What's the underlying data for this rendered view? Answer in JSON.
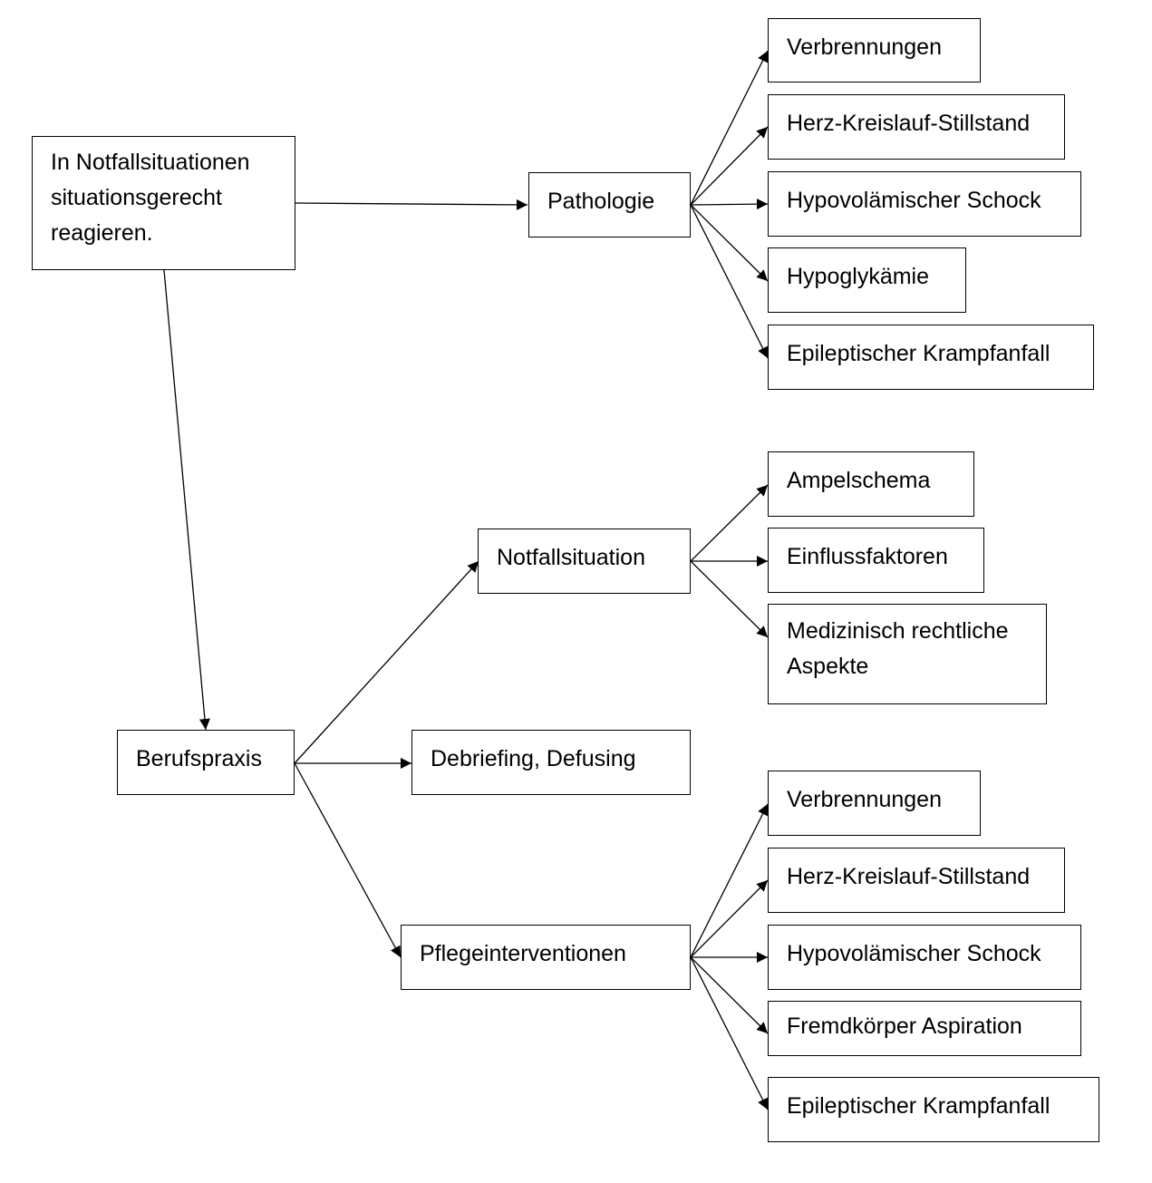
{
  "diagram": {
    "root": {
      "lines": [
        "In Notfallsituationen",
        "situationsgerecht",
        "reagieren."
      ]
    },
    "pathologie": {
      "label": "Pathologie"
    },
    "pathologie_items": [
      "Verbrennungen",
      "Herz-Kreislauf-Stillstand",
      "Hypovolämischer Schock",
      "Hypoglykämie",
      "Epileptischer Krampfanfall"
    ],
    "berufspraxis": {
      "label": "Berufspraxis"
    },
    "notfallsituation": {
      "label": "Notfallsituation"
    },
    "notfall_items": [
      "Ampelschema",
      "Einflussfaktoren"
    ],
    "notfall_item_multi": {
      "lines": [
        "Medizinisch rechtliche",
        "Aspekte"
      ]
    },
    "debriefing": {
      "label": "Debriefing, Defusing"
    },
    "pflegeinterventionen": {
      "label": "Pflegeinterventionen"
    },
    "pflege_items": [
      "Verbrennungen",
      "Herz-Kreislauf-Stillstand",
      "Hypovolämischer Schock",
      "Fremdkörper Aspiration",
      "Epileptischer Krampfanfall"
    ],
    "colors": {
      "line": "#000000",
      "box_border": "#000000",
      "background": "#ffffff"
    }
  }
}
